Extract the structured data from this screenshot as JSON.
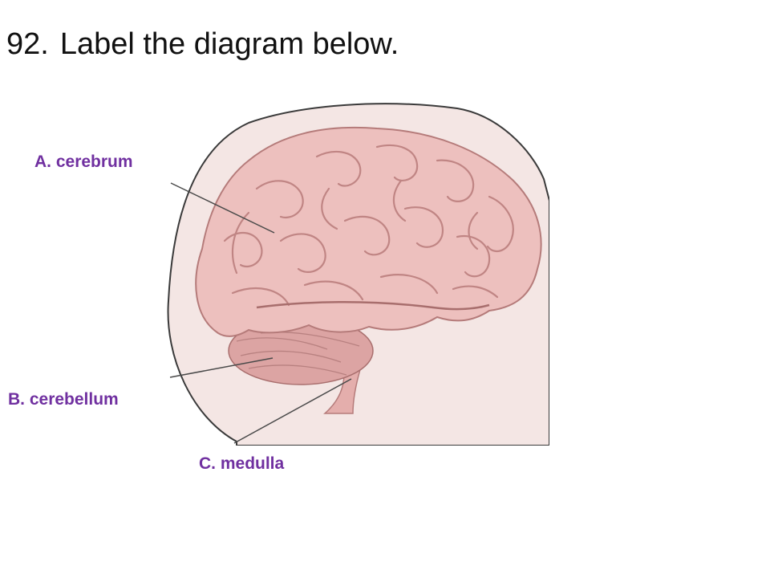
{
  "slide": {
    "title_number": "92.",
    "title_text": "Label the diagram below."
  },
  "labels": [
    {
      "letter": "A.",
      "name": "cerebrum"
    },
    {
      "letter": "B.",
      "name": "cerebellum"
    },
    {
      "letter": "C.",
      "name": "medulla"
    }
  ],
  "colors": {
    "label_text": "#7030a0",
    "title_text": "#111111",
    "skin": "#f2e2e0",
    "brain": "#e9b7b5",
    "brain_fold": "#c48786",
    "leader_line": "#4a4a4a"
  },
  "icons": {
    "brain": "brain-illustration",
    "head": "head-outline"
  }
}
